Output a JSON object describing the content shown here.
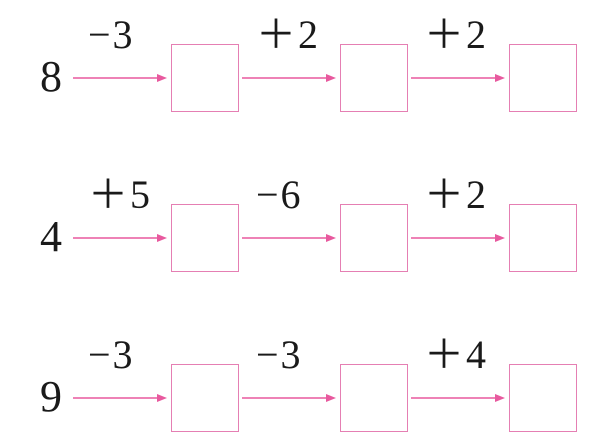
{
  "colors": {
    "arrow": "#e8599e",
    "box_border": "#e57fb3",
    "text": "#1a1a1a"
  },
  "chains": [
    {
      "start": "8",
      "ops": [
        "−3",
        "＋2",
        "＋2"
      ],
      "answers": [
        "",
        "",
        ""
      ]
    },
    {
      "start": "4",
      "ops": [
        "＋5",
        "−6",
        "＋2"
      ],
      "answers": [
        "",
        "",
        ""
      ]
    },
    {
      "start": "9",
      "ops": [
        "−3",
        "−3",
        "＋4"
      ],
      "answers": [
        "",
        "",
        ""
      ]
    }
  ]
}
